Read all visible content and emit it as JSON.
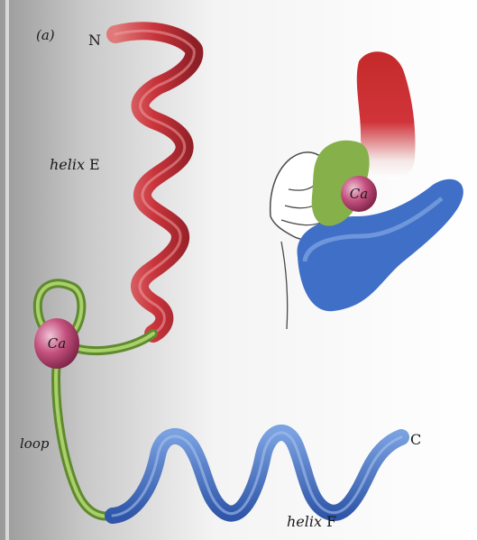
{
  "figure": {
    "panel_label": "(a)",
    "n_terminus": "N",
    "c_terminus": "C",
    "helix_e": {
      "word": "helix",
      "letter": "E"
    },
    "helix_f": {
      "word": "helix",
      "letter": "F"
    },
    "loop": "loop",
    "ion_ribbon": "Ca",
    "ion_hand": "Ca"
  },
  "colors": {
    "helix_e": "#c8343c",
    "loop": "#86b04a",
    "helix_f": "#3f6fc6",
    "calcium": "#b0406e",
    "hand_outline": "#4a4a4a"
  }
}
